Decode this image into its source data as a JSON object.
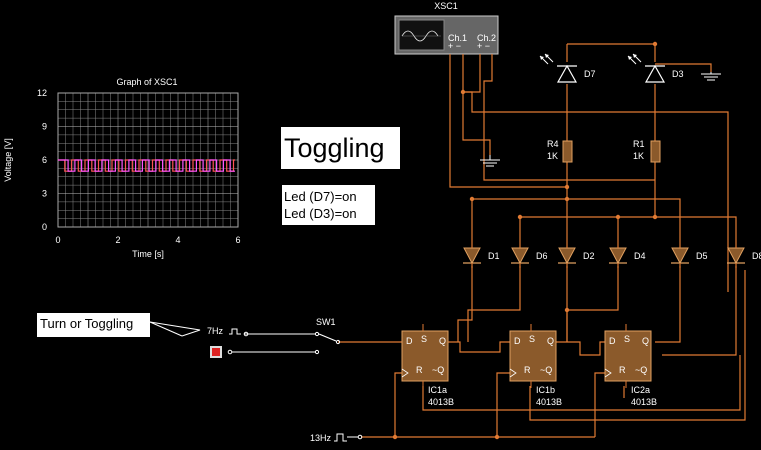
{
  "graph": {
    "title": "Graph of XSC1",
    "xlabel": "Time [s]",
    "ylabel": "Voltage [V]",
    "x_ticks": [
      "0",
      "2",
      "4",
      "6"
    ],
    "y_ticks": [
      "12",
      "9",
      "6",
      "3",
      "0"
    ]
  },
  "chart_data": {
    "type": "line",
    "title": "Graph of XSC1",
    "xlabel": "Time [s]",
    "ylabel": "Voltage [V]",
    "xlim": [
      0,
      6
    ],
    "ylim": [
      0,
      12
    ],
    "grid": true,
    "series": [
      {
        "color": "#ff5555",
        "high": 6,
        "low": 5,
        "period": 0.45
      },
      {
        "color": "#ff55ff",
        "high": 6,
        "low": 5,
        "period": 0.45
      }
    ]
  },
  "notes": {
    "title": "Toggling",
    "led_d7": "Led (D7)=on",
    "led_d3": "Led (D3)=on",
    "turn": "Turn or Toggling"
  },
  "scope": {
    "label": "XSC1",
    "ch1": "Ch.1",
    "ch2": "Ch.2",
    "ch1_pins": "+ −",
    "ch2_pins": "+ −"
  },
  "leds": {
    "d7": "D7",
    "d3": "D3"
  },
  "resistors": {
    "r4": {
      "name": "R4",
      "value": "1K"
    },
    "r1": {
      "name": "R1",
      "value": "1K"
    }
  },
  "diodes": [
    "D1",
    "D6",
    "D2",
    "D4",
    "D5",
    "D8"
  ],
  "ics": [
    {
      "name": "IC1a",
      "part": "4013B"
    },
    {
      "name": "IC1b",
      "part": "4013B"
    },
    {
      "name": "IC2a",
      "part": "4013B"
    }
  ],
  "ic_pins": {
    "d": "D",
    "s": "S",
    "q": "Q",
    "r": "R",
    "qbar": "~Q"
  },
  "sources": {
    "clk7": "7Hz",
    "clk13": "13Hz"
  },
  "switch": {
    "label": "SW1"
  },
  "colors": {
    "wire": "#e07a33",
    "led": "#ffffff",
    "component": "#8b5a2b",
    "switch_led": "#dd2222"
  }
}
